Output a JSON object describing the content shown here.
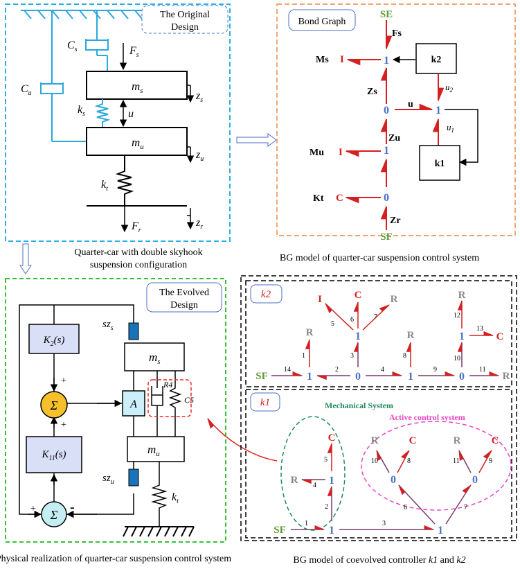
{
  "panel_original": {
    "title_line1": "The Original",
    "title_line2": "Design",
    "caption_line1": "Quarter-car with double skyhook",
    "caption_line2": "suspension configuration",
    "cs": "C",
    "cs_sub": "s",
    "cu": "C",
    "cu_sub": "u",
    "fs": "F",
    "fs_sub": "s",
    "ms": "m",
    "ms_sub": "s",
    "zs": "z",
    "zs_sub": "s",
    "ks": "k",
    "ks_sub": "s",
    "u": "u",
    "mu": "m",
    "mu_sub": "u",
    "zu": "z",
    "zu_sub": "u",
    "kt": "k",
    "kt_sub": "t",
    "zr": "z",
    "zr_sub": "r",
    "fr": "F",
    "fr_sub": "r"
  },
  "panel_bondgraph": {
    "title": "Bond Graph",
    "caption": "BG  model of quarter-car suspension control system",
    "se": "SE",
    "fs": "Fs",
    "ms": "Ms",
    "i": "I",
    "one": "1",
    "zero": "0",
    "k2": "k2",
    "k1": "k1",
    "u2": "u",
    "u2_sub": "2",
    "u1": "u",
    "u1_sub": "1",
    "zs": "Zs",
    "u": "u",
    "mu": "Mu",
    "zu": "Zu",
    "kt": "Kt",
    "c": "C",
    "zr": "Zr",
    "sf": "SF"
  },
  "panel_evolved": {
    "title_line1": "The Evolved",
    "title_line2": "Design",
    "caption": "Physical realization of quarter-car suspension control system",
    "k2s": "K",
    "k2s_sub": "2",
    "k2s_tail": "(s)",
    "k11s": "K",
    "k11s_sub": "11",
    "k11s_tail": "(s)",
    "sigma": "Σ",
    "plus": "+",
    "minus": "-",
    "a": "A",
    "szs": "sz",
    "szs_sub": "s",
    "szu": "sz",
    "szu_sub": "u",
    "ms": "m",
    "ms_sub": "s",
    "mu": "m",
    "mu_sub": "u",
    "r4": "R4",
    "c5": "C5",
    "kt": "k",
    "kt_sub": "t"
  },
  "panel_k2": {
    "label": "k2",
    "caption_prefix": "BG model of coevolved controller ",
    "caption_k1": "k1",
    "caption_and": " and ",
    "caption_k2": "k2",
    "sf": "SF",
    "i": "I",
    "c": "C",
    "r": "R",
    "one": "1",
    "zero": "0",
    "bonds": [
      "1",
      "2",
      "3",
      "4",
      "5",
      "6",
      "7",
      "8",
      "9",
      "10",
      "11",
      "12",
      "13",
      "14"
    ]
  },
  "panel_k1": {
    "label": "k1",
    "mechanical": "Mechanical System",
    "active": "Active control system",
    "sf": "SF",
    "c": "C",
    "r": "R",
    "one": "1",
    "zero": "0",
    "bonds": [
      "1",
      "2",
      "3",
      "4",
      "5",
      "6",
      "7",
      "8",
      "9",
      "10",
      "11"
    ]
  },
  "colors": {
    "blue_dash": "#2ab0e8",
    "orange_dash": "#f2a673",
    "green_dash": "#33c233",
    "red": "#d42020",
    "node_blue": "#4a6fc4",
    "light_blue": "#2aa7dd",
    "green_text": "#5e9b33",
    "k_box": "#d9dff7",
    "sigma_fill": "#f5c02a",
    "sigma2_fill": "#c5eef2",
    "a_fill": "#cdeffa",
    "magenta": "#e846c8",
    "dark_green": "#1e8a5a"
  }
}
